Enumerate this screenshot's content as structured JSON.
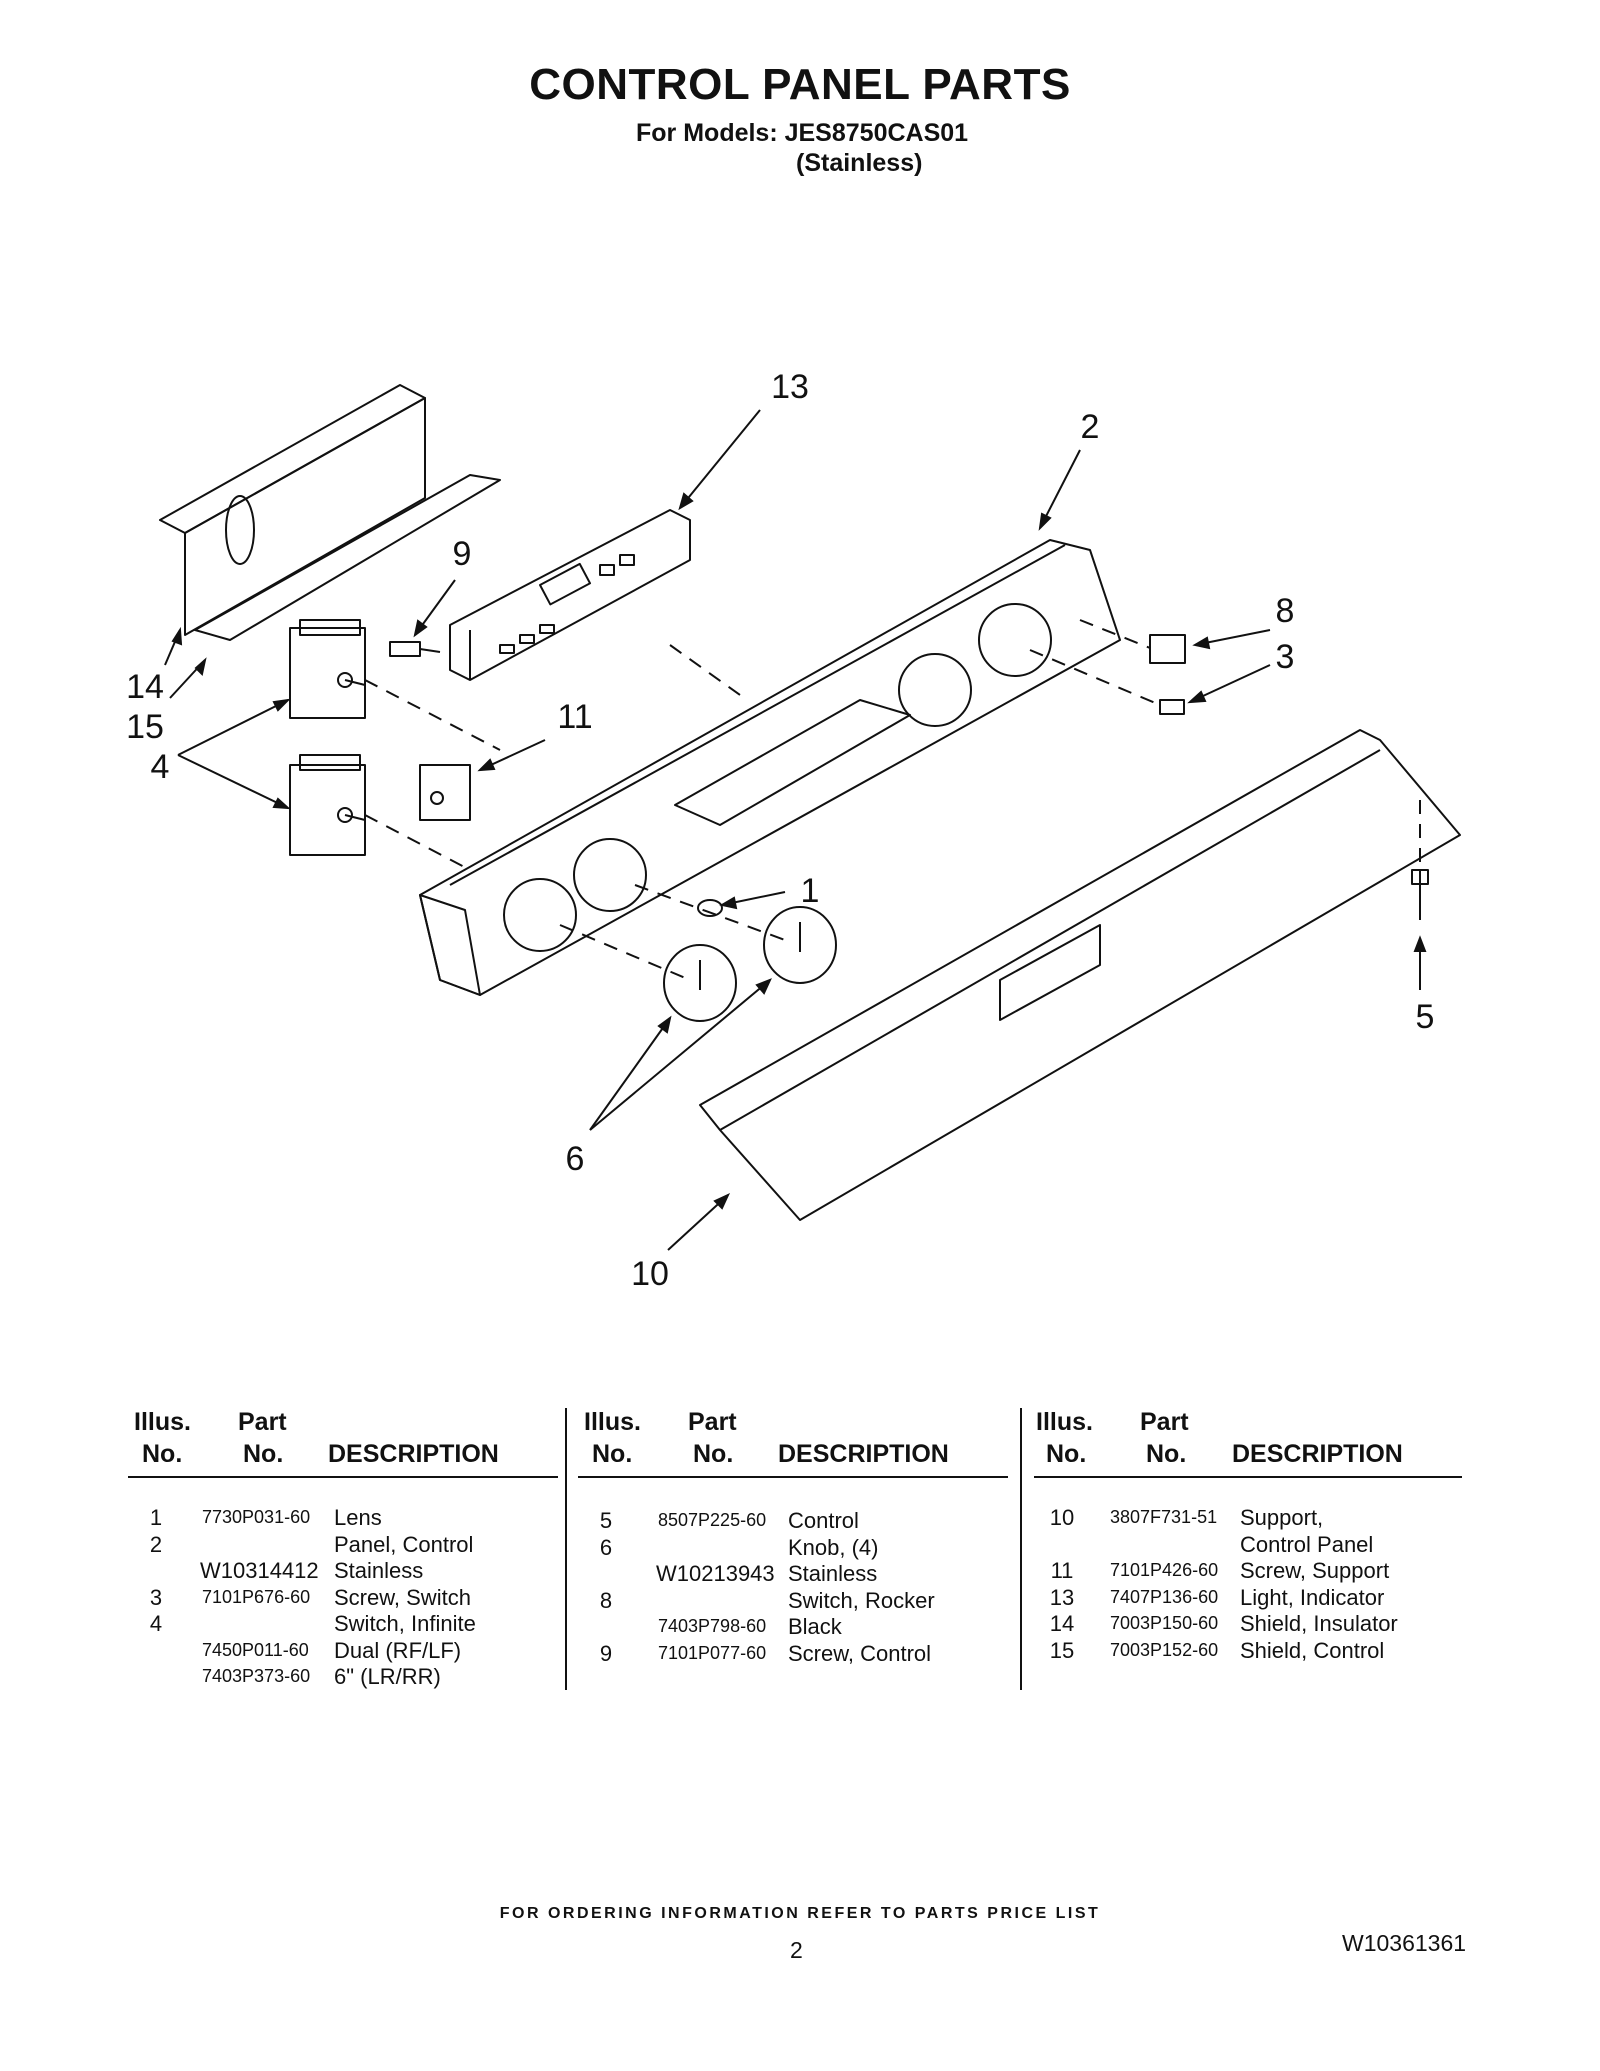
{
  "title": "CONTROL PANEL PARTS",
  "models_line": "For Models: JES8750CAS01",
  "models_sub": "(Stainless)",
  "callouts": [
    "1",
    "2",
    "3",
    "4",
    "5",
    "6",
    "8",
    "9",
    "10",
    "11",
    "13",
    "14",
    "15"
  ],
  "table_headers": {
    "illus_top": "Illus.",
    "illus_bottom": "No.",
    "part_top": "Part",
    "part_bottom": "No.",
    "desc": "DESCRIPTION"
  },
  "columns": [
    {
      "rows": [
        {
          "illus": "1",
          "part": "7730P031-60",
          "desc": "Lens"
        },
        {
          "illus": "2",
          "part": "",
          "desc": "Panel, Control"
        },
        {
          "illus": "",
          "part": "W10314412",
          "desc": "Stainless"
        },
        {
          "illus": "3",
          "part": "7101P676-60",
          "desc": "Screw, Switch"
        },
        {
          "illus": "4",
          "part": "",
          "desc": "Switch, Infinite"
        },
        {
          "illus": "",
          "part": "7450P011-60",
          "desc": "Dual (RF/LF)"
        },
        {
          "illus": "",
          "part": "7403P373-60",
          "desc": "6\" (LR/RR)"
        }
      ]
    },
    {
      "rows": [
        {
          "illus": "5",
          "part": "8507P225-60",
          "desc": "Control"
        },
        {
          "illus": "6",
          "part": "",
          "desc": "Knob, (4)"
        },
        {
          "illus": "",
          "part": "W10213943",
          "desc": "Stainless"
        },
        {
          "illus": "8",
          "part": "",
          "desc": "Switch, Rocker"
        },
        {
          "illus": "",
          "part": "7403P798-60",
          "desc": "Black"
        },
        {
          "illus": "9",
          "part": "7101P077-60",
          "desc": "Screw, Control"
        }
      ]
    },
    {
      "rows": [
        {
          "illus": "10",
          "part": "3807F731-51",
          "desc": "Support,"
        },
        {
          "illus": "",
          "part": "",
          "desc": "Control Panel"
        },
        {
          "illus": "11",
          "part": "7101P426-60",
          "desc": "Screw, Support"
        },
        {
          "illus": "13",
          "part": "7407P136-60",
          "desc": "Light, Indicator"
        },
        {
          "illus": "14",
          "part": "7003P150-60",
          "desc": "Shield, Insulator"
        },
        {
          "illus": "15",
          "part": "7003P152-60",
          "desc": "Shield, Control"
        }
      ]
    }
  ],
  "footer_note": "FOR ORDERING INFORMATION REFER TO PARTS PRICE LIST",
  "page_number": "2",
  "document_number": "W10361361"
}
